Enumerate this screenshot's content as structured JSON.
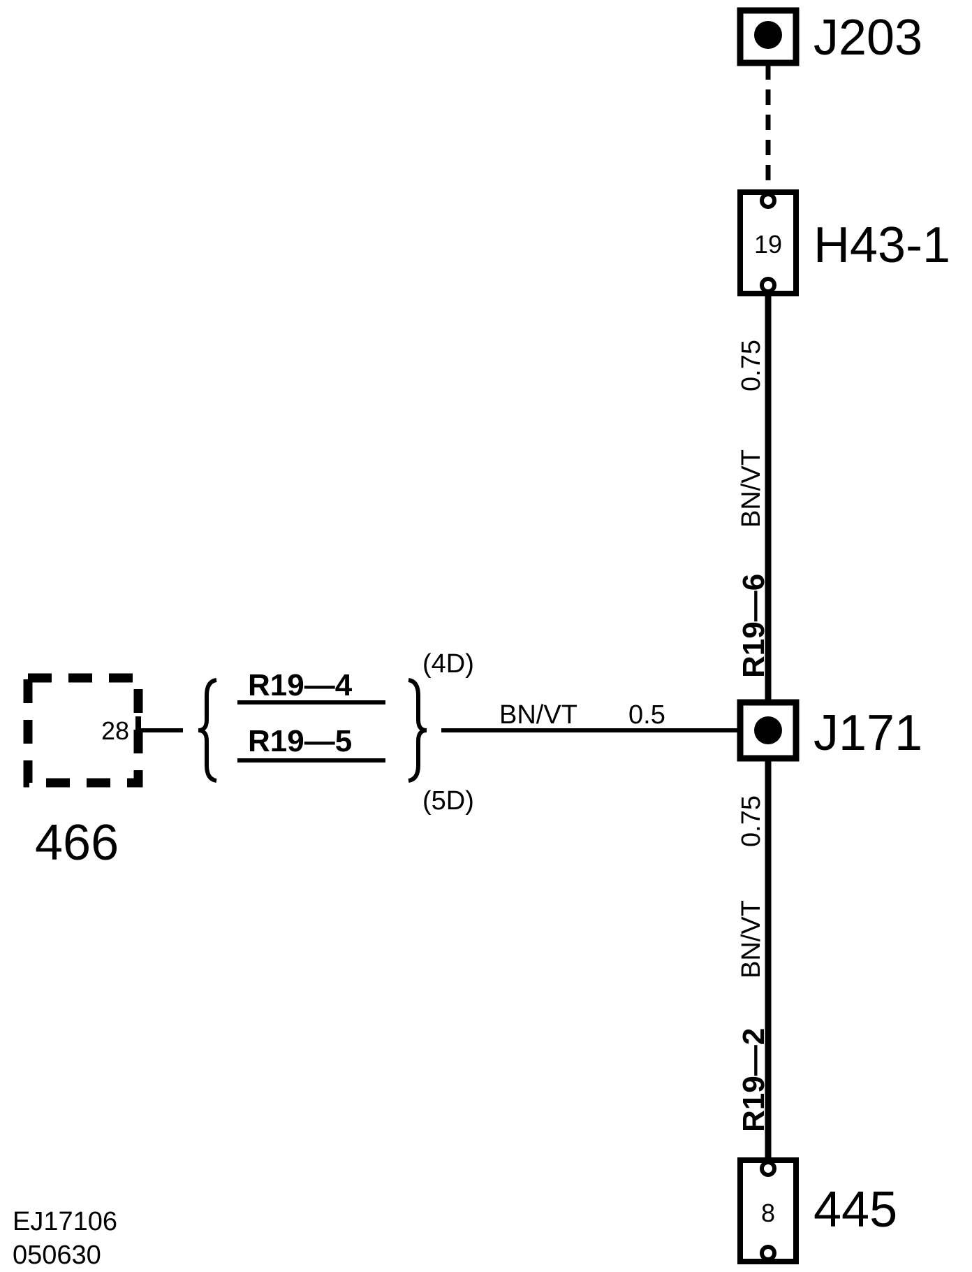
{
  "components": {
    "j203": "J203",
    "h43_1": "H43-1",
    "j171": "J171",
    "c445": "445",
    "c466": "466"
  },
  "pins": {
    "h43_1": "19",
    "c445": "8",
    "c466": "28"
  },
  "wires": {
    "upper": {
      "id": "R19—6",
      "color": "BN/VT",
      "size": "0.75"
    },
    "lower": {
      "id": "R19—2",
      "color": "BN/VT",
      "size": "0.75"
    },
    "horizontal": {
      "color": "BN/VT",
      "size": "0.5"
    },
    "option_a": {
      "id": "R19—4",
      "note": "(4D)"
    },
    "option_b": {
      "id": "R19—5",
      "note": "(5D)"
    }
  },
  "footer": {
    "line1": "EJ17106",
    "line2": "050630"
  }
}
